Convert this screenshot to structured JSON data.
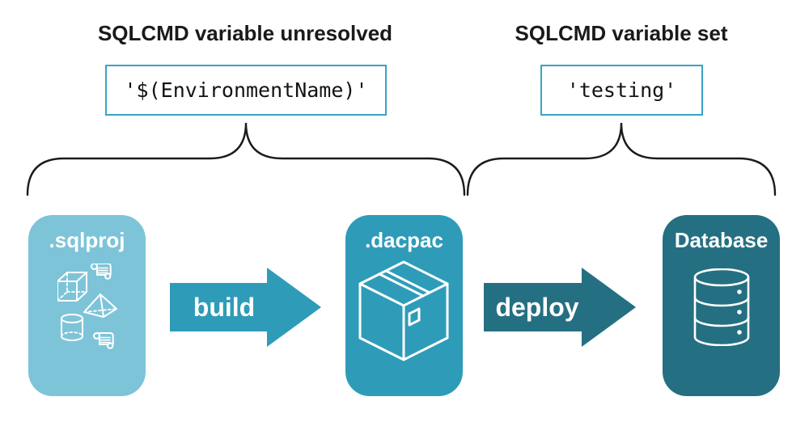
{
  "colors": {
    "light_teal": "#7EC4D8",
    "teal": "#2E9CB8",
    "dark_teal": "#256F82",
    "code_border": "#38A4C4",
    "ink": "#1A1A1A"
  },
  "annotations": {
    "left": {
      "heading": "SQLCMD variable unresolved",
      "code": "'$(EnvironmentName)'"
    },
    "right": {
      "heading": "SQLCMD variable set",
      "code": "'testing'"
    }
  },
  "pipeline": {
    "stages": [
      {
        "label": ".sqlproj",
        "icon": "sql-project-objects-icon"
      },
      {
        "label": ".dacpac",
        "icon": "package-box-icon"
      },
      {
        "label": "Database",
        "icon": "database-cylinder-icon"
      }
    ],
    "arrows": [
      {
        "label": "build"
      },
      {
        "label": "deploy"
      }
    ]
  }
}
